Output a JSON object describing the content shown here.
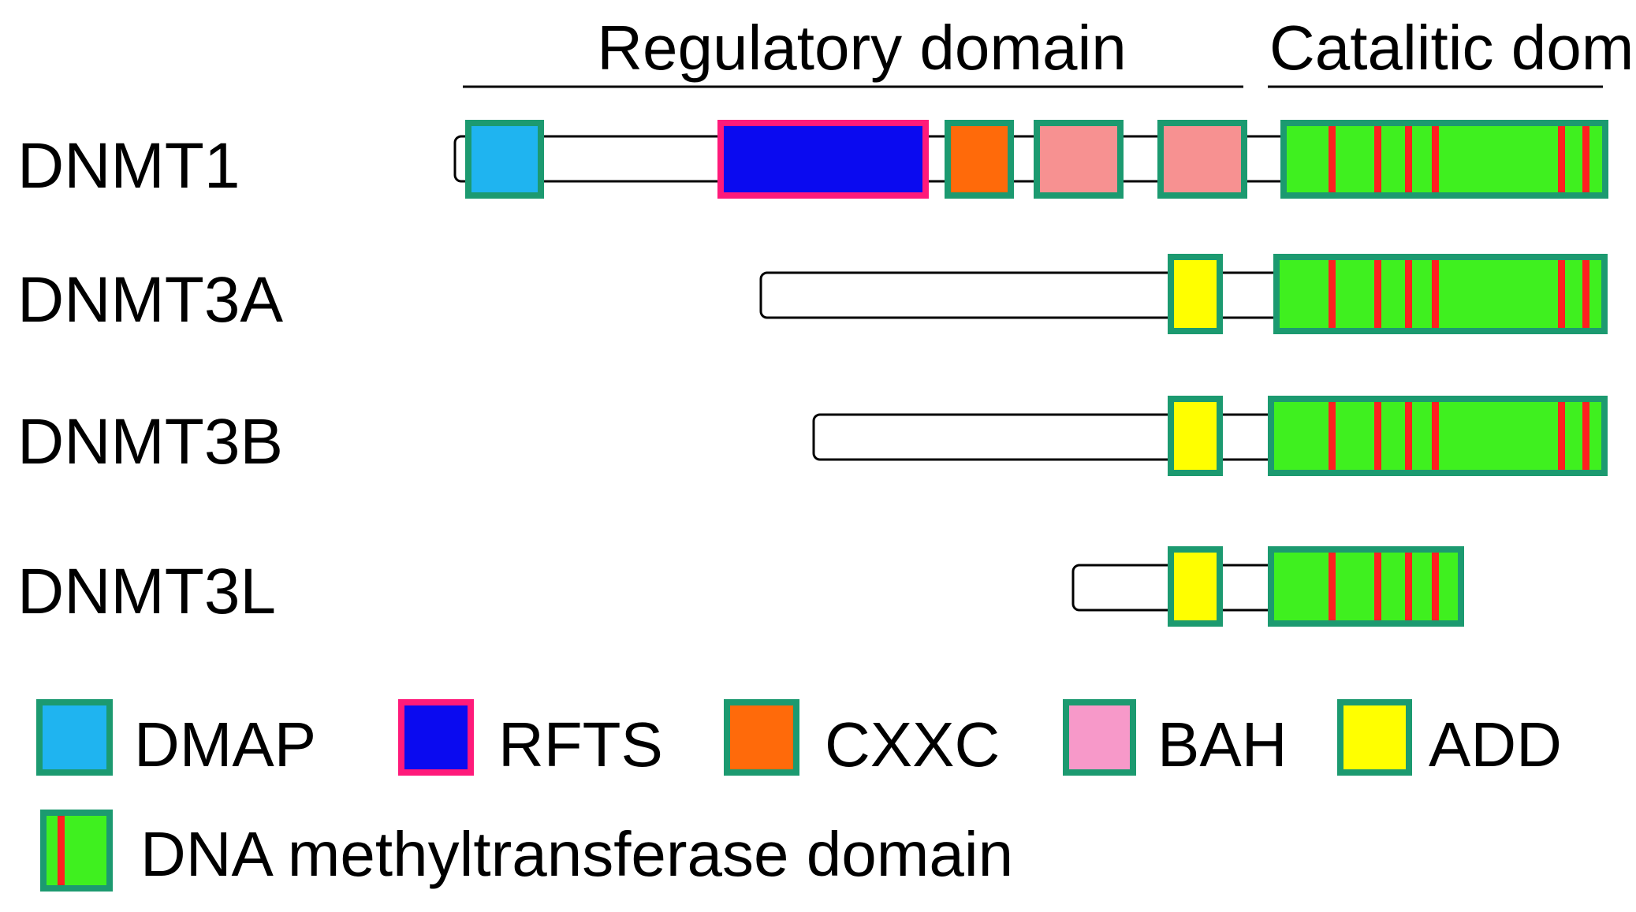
{
  "header": {
    "regulatory_label": "Regulatory domain",
    "catalytic_label": "Catalitic dom."
  },
  "proteins": [
    {
      "name": "DNMT1"
    },
    {
      "name": "DNMT3A"
    },
    {
      "name": "DNMT3B"
    },
    {
      "name": "DNMT3L"
    }
  ],
  "legend": {
    "dmap": "DMAP",
    "rfts": "RFTS",
    "cxxc": "CXXC",
    "bah": "BAH",
    "add": "ADD",
    "mtase": "DNA methyltransferase domain"
  },
  "colors": {
    "dmap": "#1fb4f0",
    "rfts": "#0a0af0",
    "rfts_border": "#ff1a7a",
    "cxxc": "#ff6a0a",
    "bah": "#f79191",
    "bah_legend": "#f799c9",
    "add": "#ffff00",
    "mtase": "#3ff01f",
    "motif": "#ff2020",
    "domain_border": "#1c9a70"
  }
}
